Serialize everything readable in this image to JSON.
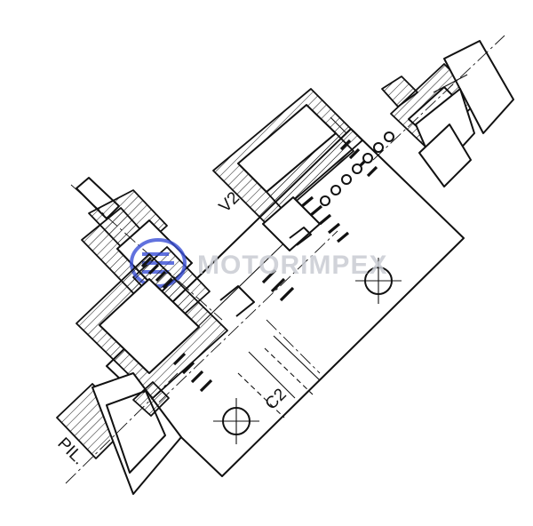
{
  "labels": {
    "v2": "V2",
    "c2": "C2",
    "pil": "PIL."
  },
  "watermark": {
    "text": "MOTORIMPEX"
  },
  "colors": {
    "line": "#111111",
    "watermark_text": "#c9ccd3",
    "watermark_logo": "#3a4fd6"
  }
}
